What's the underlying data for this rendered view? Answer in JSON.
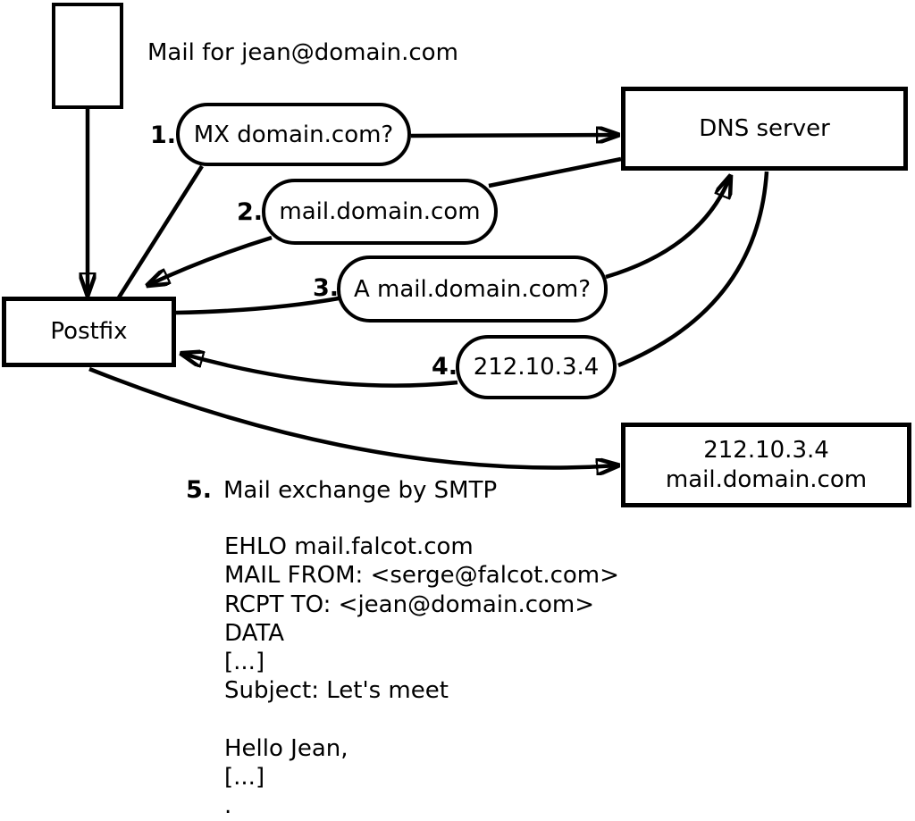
{
  "diagram": {
    "title": "Mail for jean@domain.com",
    "nodes": {
      "postfix": "Postfix",
      "dns": "DNS server",
      "server_ip": "212.10.3.4",
      "server_host": "mail.domain.com"
    },
    "steps": [
      {
        "num": "1.",
        "label": "MX domain.com?"
      },
      {
        "num": "2.",
        "label": "mail.domain.com"
      },
      {
        "num": "3.",
        "label": "A mail.domain.com?"
      },
      {
        "num": "4.",
        "label": "212.10.3.4"
      },
      {
        "num": "5.",
        "label": "Mail exchange by SMTP"
      }
    ],
    "smtp_session": {
      "lines": [
        "EHLO mail.falcot.com",
        "MAIL FROM: <serge@falcot.com>",
        "RCPT TO: <jean@domain.com>",
        "DATA",
        "[...]",
        "Subject: Let's meet",
        "",
        "Hello Jean,",
        "[...]",
        "."
      ]
    },
    "colors": {
      "stroke": "#000000",
      "background": "#ffffff"
    }
  }
}
